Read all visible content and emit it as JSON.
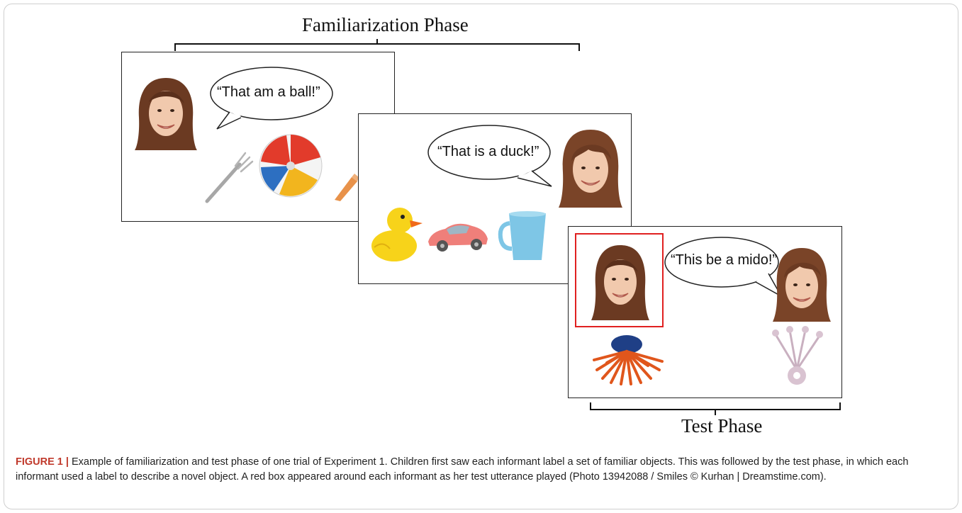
{
  "familiarization": {
    "label": "Familiarization Phase"
  },
  "test": {
    "label": "Test Phase"
  },
  "panels": [
    {
      "utterance": "“That am a ball!”"
    },
    {
      "utterance": "“That is a duck!”"
    },
    {
      "utterance": "“This be a mido!”"
    }
  ],
  "caption": {
    "label": "FIGURE 1",
    "separator": "|",
    "text": "Example of familiarization and test phase of one trial of Experiment 1. Children first saw each informant label a set of familiar objects. This was followed by the test phase, in which each informant used a label to describe a novel object. A red box appeared around each informant as her test utterance played (Photo 13942088 / Smiles © Kurhan | Dreamstime.com)."
  },
  "colors": {
    "highlight_box": "#e02020",
    "caption_label": "#c0392b",
    "hair": "#6b3a22",
    "skin": "#f1c9ad"
  }
}
